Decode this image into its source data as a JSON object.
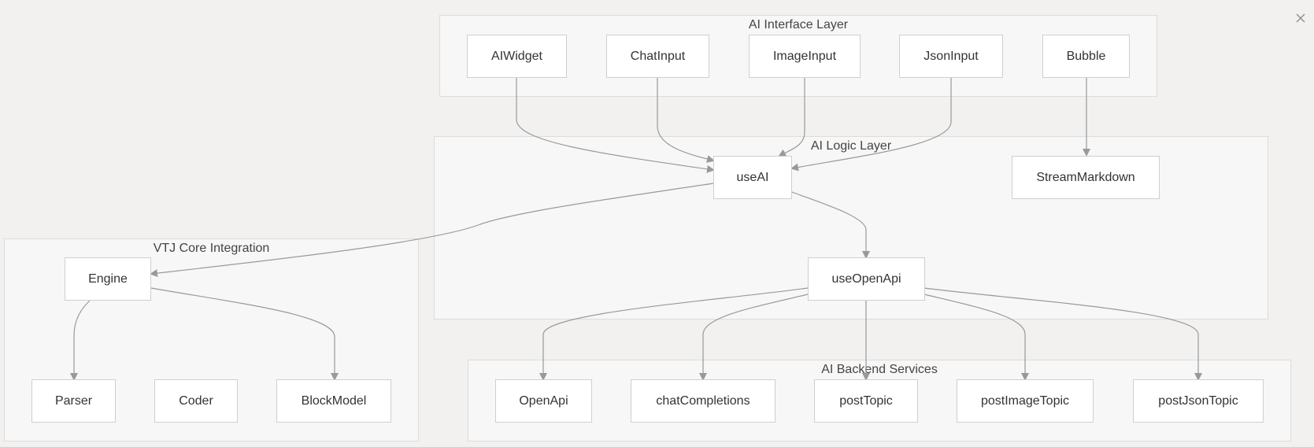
{
  "groups": {
    "interface": {
      "label": "AI Interface Layer"
    },
    "logic": {
      "label": "AI Logic Layer"
    },
    "core": {
      "label": "VTJ Core Integration"
    },
    "backend": {
      "label": "AI Backend Services"
    }
  },
  "nodes": {
    "aiwidget": "AIWidget",
    "chatinput": "ChatInput",
    "imageinput": "ImageInput",
    "jsoninput": "JsonInput",
    "bubble": "Bubble",
    "useai": "useAI",
    "streammarkdown": "StreamMarkdown",
    "useopenapi": "useOpenApi",
    "engine": "Engine",
    "parser": "Parser",
    "coder": "Coder",
    "blockmodel": "BlockModel",
    "openapi": "OpenApi",
    "chatcompletions": "chatCompletions",
    "posttopic": "postTopic",
    "postimagetopic": "postImageTopic",
    "postjsontopic": "postJsonTopic"
  },
  "edges": [
    {
      "from": "AIWidget",
      "to": "useAI"
    },
    {
      "from": "ChatInput",
      "to": "useAI"
    },
    {
      "from": "ImageInput",
      "to": "useAI"
    },
    {
      "from": "JsonInput",
      "to": "useAI"
    },
    {
      "from": "Bubble",
      "to": "StreamMarkdown"
    },
    {
      "from": "useAI",
      "to": "Engine"
    },
    {
      "from": "useAI",
      "to": "useOpenApi"
    },
    {
      "from": "Engine",
      "to": "Parser"
    },
    {
      "from": "Engine",
      "to": "BlockModel"
    },
    {
      "from": "useOpenApi",
      "to": "OpenApi"
    },
    {
      "from": "useOpenApi",
      "to": "chatCompletions"
    },
    {
      "from": "useOpenApi",
      "to": "postTopic"
    },
    {
      "from": "useOpenApi",
      "to": "postImageTopic"
    },
    {
      "from": "useOpenApi",
      "to": "postJsonTopic"
    }
  ],
  "icons": {
    "close": "close-icon"
  },
  "colors": {
    "background": "#f2f1ef",
    "group_fill": "#f7f7f7",
    "node_fill": "#ffffff",
    "edge": "#999999"
  }
}
